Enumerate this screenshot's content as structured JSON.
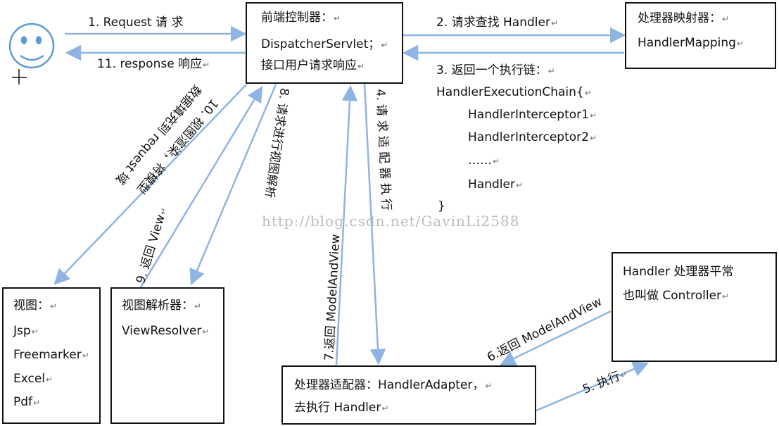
{
  "watermark": "http://blog.csdn.net/GavinLi2588",
  "colors": {
    "arrow": "#8eb4e3",
    "stroke": "#111111",
    "face": "#5b9bd5"
  },
  "icons": {
    "user": "smiley-face-icon"
  },
  "marker": "↵",
  "boxes": {
    "dispatcher": {
      "line1": "前端控制器：",
      "line2": "DispatcherServlet；",
      "line3": "接口用户请求响应"
    },
    "mapping": {
      "line1": "处理器映射器：",
      "line2": "HandlerMapping"
    },
    "view": {
      "line1": "视图：",
      "items": [
        "Jsp",
        "Freemarker",
        "Excel",
        "Pdf"
      ]
    },
    "resolver": {
      "line1": "视图解析器：",
      "line2": "ViewResolver"
    },
    "adapter": {
      "line1": "处理器适配器：HandlerAdapter，",
      "line2": "去执行 Handler"
    },
    "handler": {
      "line1": "Handler 处理器平常",
      "line2": "也叫做 Controller"
    }
  },
  "chain": {
    "open": "HandlerExecutionChain{",
    "items": [
      "HandlerInterceptor1",
      "HandlerInterceptor2",
      "……",
      "Handler"
    ],
    "close": "}"
  },
  "steps": {
    "s1": "1.   Request  请 求",
    "s2": "2. 请求查找 Handler",
    "s3": "3. 返回一个执行链：",
    "s4": "4. 请 求 适 配 器 执 行",
    "s5": "5. 执行",
    "s6": "6.返回 ModelAndView",
    "s7": "7.返回 ModelAndView",
    "s8": "8. 请求进行视图解析",
    "s9": "9. 返回 View",
    "s10a": "10. 视图渲染，将模型",
    "s10b": "数据填充到 request 域",
    "s11": "11. response  响应"
  }
}
